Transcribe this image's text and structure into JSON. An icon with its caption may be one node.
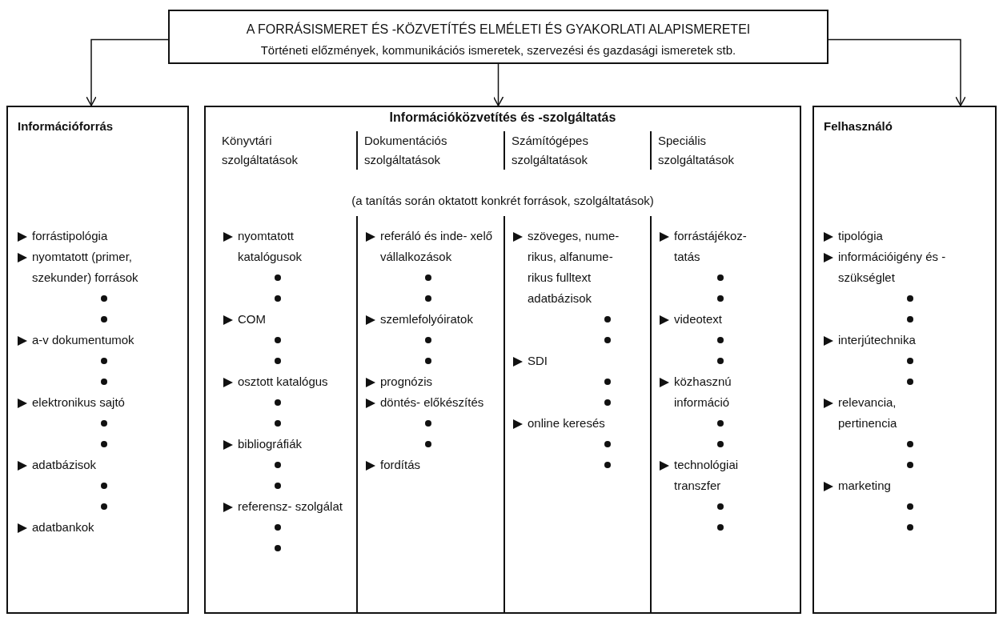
{
  "diagram": {
    "nodes": [
      {
        "text": [
          "A FORRÁSISMERET ÉS -KÖZVETÍTÉS ELMÉLETI ÉS GYAKORLATI ALAPISMERETEI",
          "Történeti előzmények, kommunikációs ismeretek, szervezési és gazdasági ismeretek stb."
        ]
      },
      {
        "text": [
          "Információforrás",
          "forrástipológia",
          "nyomtatott (primer, szekunder) források",
          "a-v dokumentumok",
          "elektronikus sajtó",
          "adatbázisok",
          "adatbankok"
        ]
      },
      {
        "text": [
          "Információközvetítés és -szolgáltatás",
          "(a tanítás során oktatott konkrét források, szolgáltatások)"
        ]
      },
      {
        "text": [
          "Könyvtári szolgáltatások",
          "nyomtatott katalógusok",
          "COM",
          "osztott katalógus",
          "bibliográfiák",
          "referensz- szolgálat"
        ],
        "in": 2
      },
      {
        "text": [
          "Dokumentációs szolgáltatások",
          "referáló és inde- xelő vállalkozások",
          "szemlefolyóiratok",
          "prognózis",
          "döntés- előkészítés",
          "fordítás"
        ],
        "in": 2
      },
      {
        "text": [
          "Számítógépes szolgáltatások",
          "szöveges, nume- rikus, alfanume- rikus fulltext adatbázisok",
          "SDI",
          "online keresés"
        ],
        "in": 2
      },
      {
        "text": [
          "Speciális szolgáltatások",
          "forrástájékoz- tatás",
          "videotext",
          "közhasznú információ",
          "technológiai transzfer"
        ],
        "in": 2
      },
      {
        "text": [
          "Felhasználó",
          "tipológia",
          "információigény és -szükséglet",
          "interjútechnika",
          "relevancia, pertinencia",
          "marketing"
        ]
      }
    ],
    "edges": [
      {
        "from": 0,
        "to": 1,
        "arrow": "to"
      },
      {
        "from": 0,
        "to": 2,
        "arrow": "to"
      },
      {
        "from": 0,
        "to": 7,
        "arrow": "to"
      }
    ]
  }
}
